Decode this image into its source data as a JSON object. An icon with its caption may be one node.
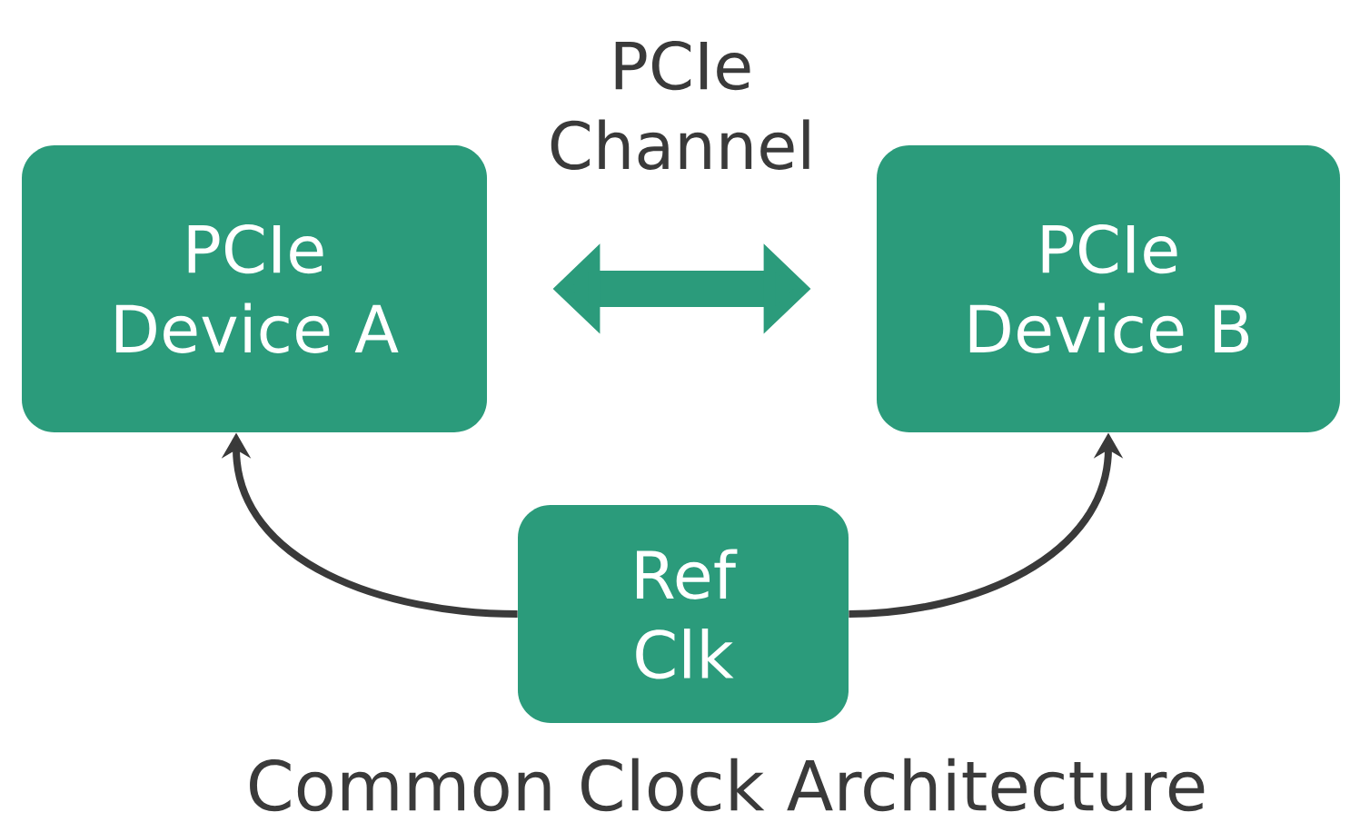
{
  "diagram": {
    "caption": "Common Clock Architecture",
    "nodes": [
      {
        "text": [
          "PCIe Device A"
        ]
      },
      {
        "text": [
          "PCIe Device B"
        ]
      },
      {
        "text": [
          "Ref Clk"
        ]
      }
    ],
    "edges": [
      {
        "from": 0,
        "to": 1,
        "arrow": "both",
        "label": "PCIe Channel",
        "style": "thick",
        "color": "#2b9b7b"
      },
      {
        "from": 2,
        "to": 0,
        "arrow": "to"
      },
      {
        "from": 2,
        "to": 1,
        "arrow": "to"
      }
    ]
  }
}
